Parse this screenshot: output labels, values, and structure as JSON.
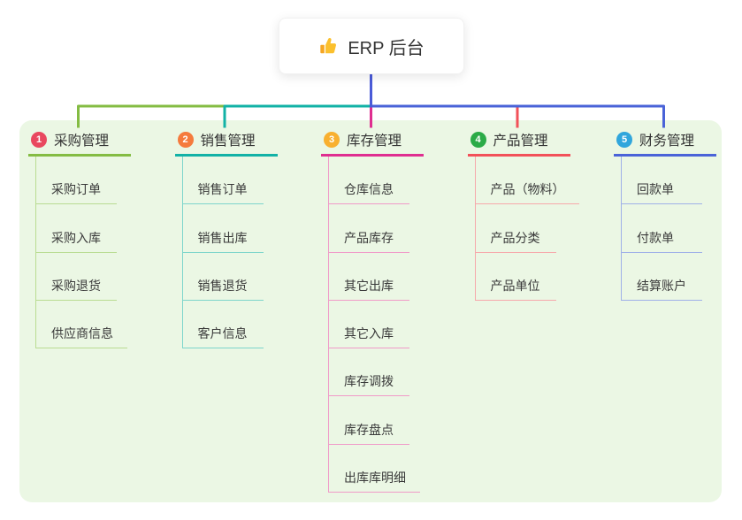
{
  "root": {
    "title": "ERP 后台",
    "icon": "thumbs-up-icon"
  },
  "branches": [
    {
      "num": "1",
      "label": "采购管理",
      "badge_color": "#E9485F",
      "line_color": "#84BC43",
      "child_line_color": "#B9DC92",
      "children": [
        "采购订单",
        "采购入库",
        "采购退货",
        "供应商信息"
      ]
    },
    {
      "num": "2",
      "label": "销售管理",
      "badge_color": "#F57B3D",
      "line_color": "#12B2A6",
      "child_line_color": "#7DD5CB",
      "children": [
        "销售订单",
        "销售出库",
        "销售退货",
        "客户信息"
      ]
    },
    {
      "num": "3",
      "label": "库存管理",
      "badge_color": "#F8B02F",
      "line_color": "#DF2E90",
      "child_line_color": "#F09AC8",
      "children": [
        "仓库信息",
        "产品库存",
        "其它出库",
        "其它入库",
        "库存调拨",
        "库存盘点",
        "出库库明细"
      ]
    },
    {
      "num": "4",
      "label": "产品管理",
      "badge_color": "#2BAB47",
      "line_color": "#F25159",
      "child_line_color": "#F6A8AB",
      "children": [
        "产品（物料）",
        "产品分类",
        "产品单位"
      ]
    },
    {
      "num": "5",
      "label": "财务管理",
      "badge_color": "#30A6DC",
      "line_color": "#4A63D8",
      "child_line_color": "#9FB0E8",
      "children": [
        "回款单",
        "付款单",
        "结算账户"
      ]
    }
  ],
  "colors": {
    "panel_bg": "#EBF7E4",
    "root_connector": "#4A5BD8",
    "root_box_bg": "#FFFFFF",
    "text": "#333333",
    "thumb_yellow": "#FBC02D",
    "thumb_cuff": "#F5A623"
  }
}
